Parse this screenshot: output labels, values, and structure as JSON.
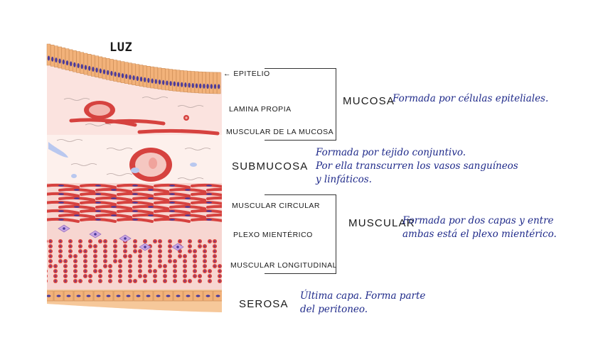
{
  "lumen": {
    "label": "LUZ"
  },
  "layers": {
    "epitelio": "← EPITELIO",
    "lamina_propia": "LAMINA PROPIA",
    "muscular_mucosa": "MUSCULAR DE LA MUCOSA",
    "muscular_circular": "MUSCULAR CIRCULAR",
    "plexo": "PLEXO MIENTÉRICO",
    "muscular_longitudinal": "MUSCULAR LONGITUDINAL"
  },
  "groups": {
    "mucosa": {
      "label": "MUCOSA",
      "description": "Formada por células epiteliales."
    },
    "submucosa": {
      "label": "SUBMUCOSA",
      "description_lines": [
        "Formada por tejido conjuntivo.",
        "Por ella transcurren los vasos sanguíneos",
        "y linfáticos."
      ]
    },
    "muscular": {
      "label": "MUSCULAR",
      "description_lines": [
        "Formada por dos capas y entre",
        "ambas está el plexo mientérico."
      ]
    },
    "serosa": {
      "label": "SEROSA",
      "description_lines": [
        "Última capa. Forma parte",
        "del peritoneo."
      ]
    }
  },
  "colors": {
    "epithelium": "#f2b27a",
    "nucleus": "#4a3a9a",
    "connective": "#fbe3df",
    "muscle": "#d6423f",
    "annotation": "#1f2a8a"
  }
}
